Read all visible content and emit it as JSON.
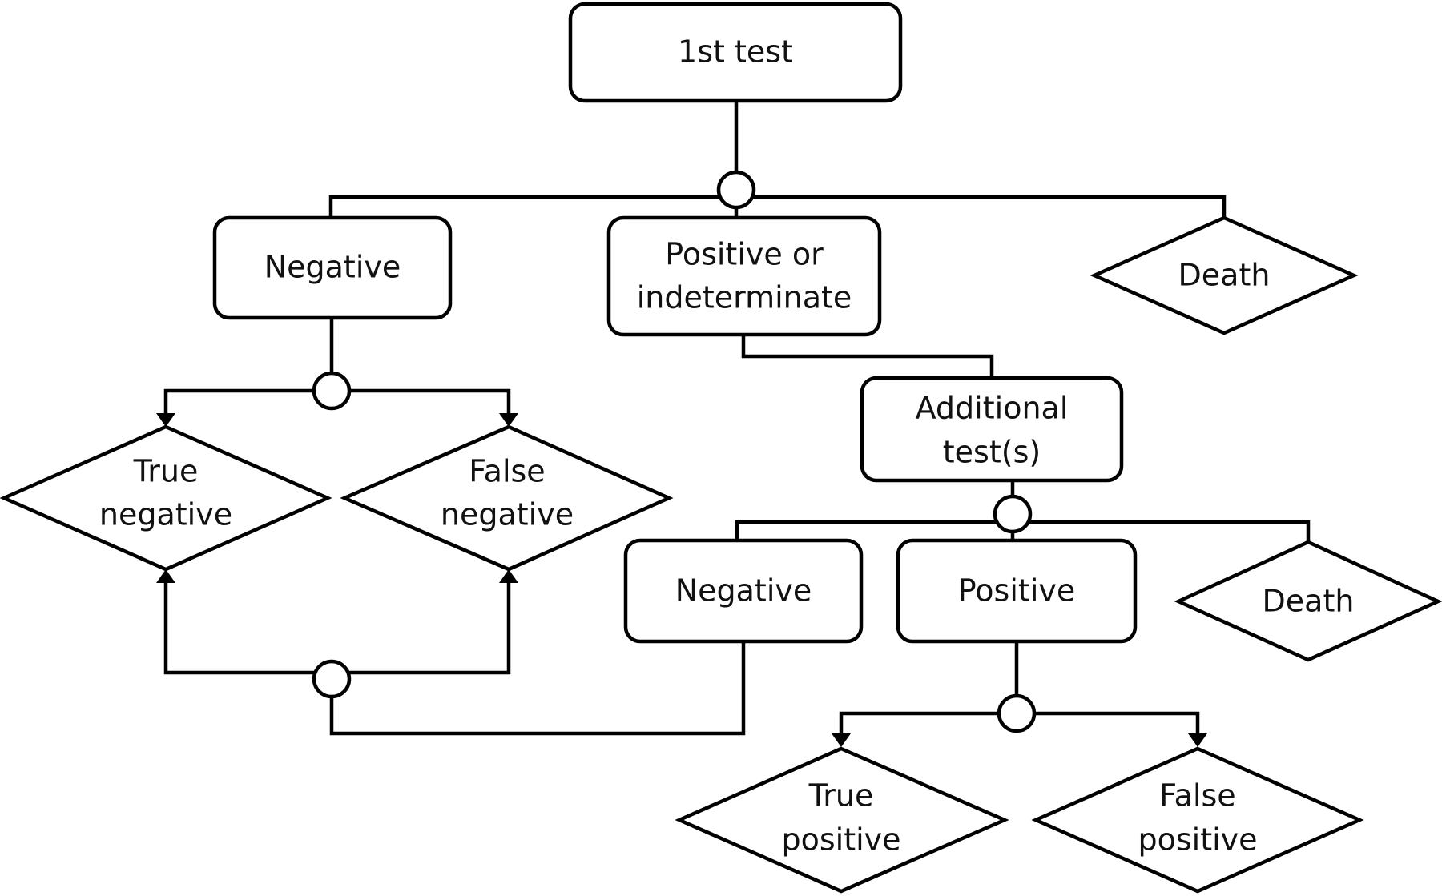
{
  "nodes": {
    "first_test": "1st test",
    "negative_1": "Negative",
    "pos_indet_line1": "Positive or",
    "pos_indet_line2": "indeterminate",
    "death_1": "Death",
    "true_negative_line1": "True",
    "true_negative_line2": "negative",
    "false_negative_line1": "False",
    "false_negative_line2": "negative",
    "additional_line1": "Additional",
    "additional_line2": "test(s)",
    "negative_2": "Negative",
    "positive_2": "Positive",
    "death_2": "Death",
    "true_positive_line1": "True",
    "true_positive_line2": "positive",
    "false_positive_line1": "False",
    "false_positive_line2": "positive"
  },
  "colors": {
    "stroke": "#000000",
    "fill": "#ffffff",
    "text": "#111111"
  }
}
